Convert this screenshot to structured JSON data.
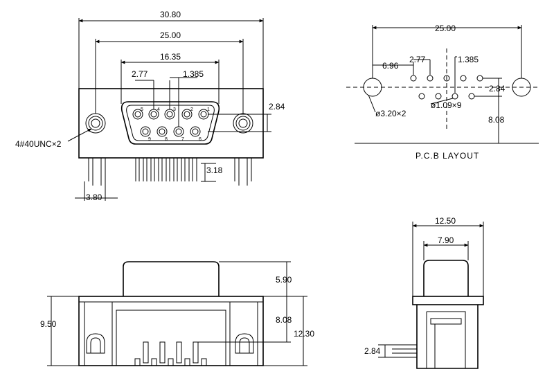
{
  "front_view": {
    "dim_overall": "30.80",
    "dim_mount": "25.00",
    "dim_shell": "16.35",
    "dim_pitch": "2.77",
    "dim_half_pitch": "1.385",
    "dim_row": "2.84",
    "dim_pin_len": "3.18",
    "dim_boardlock": "3.80",
    "thread_label": "4#40UNC×2",
    "pin_numbers": [
      "5",
      "4",
      "3",
      "2",
      "1",
      "9",
      "8",
      "7",
      "6"
    ]
  },
  "pcb_layout": {
    "dim_mount": "25.00",
    "dim_offset": "6.96",
    "dim_pitch": "2.77",
    "dim_half_pitch": "1.385",
    "dim_row": "2.84",
    "dim_depth": "8.08",
    "hole_large": "ø3.20×2",
    "hole_small": "ø1.09×9",
    "caption": "P.C.B LAYOUT"
  },
  "bottom_view": {
    "dim_left": "9.50",
    "dim_shell": "5.90",
    "dim_body": "8.08",
    "dim_total": "12.30"
  },
  "side_view": {
    "dim_depth": "12.50",
    "dim_shell": "7.90",
    "dim_row": "2.84"
  }
}
